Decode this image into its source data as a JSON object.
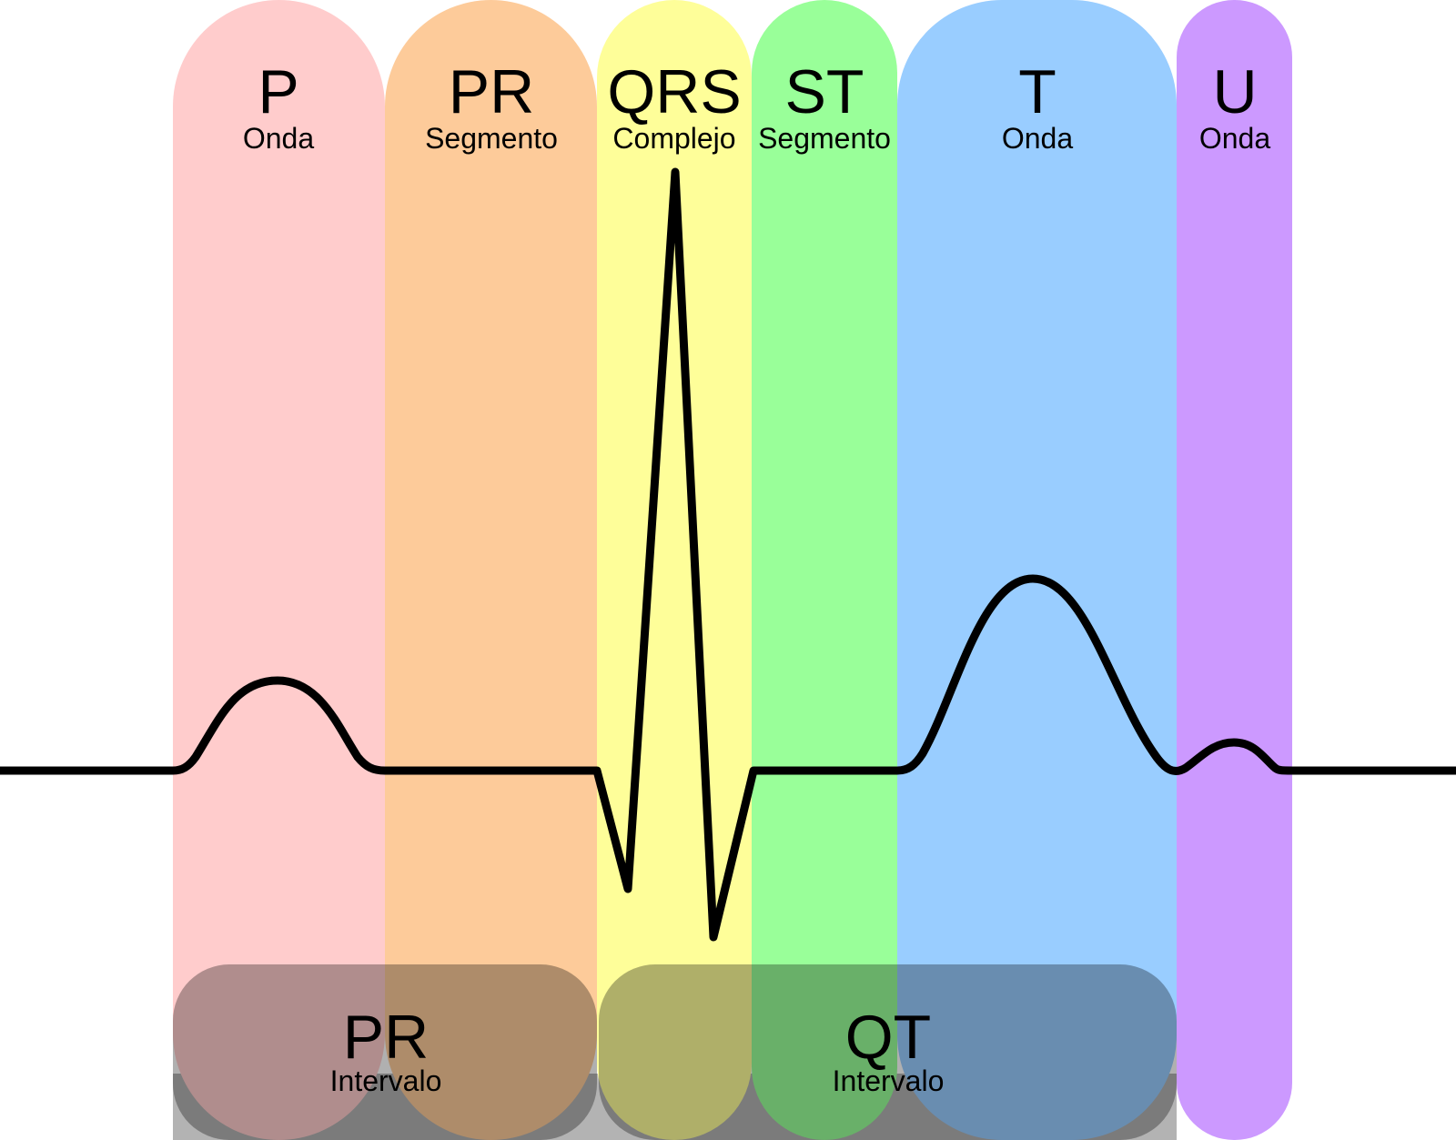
{
  "segments": [
    {
      "id": "p",
      "title": "P",
      "subtitle": "Onda",
      "color": "#ffcccc"
    },
    {
      "id": "pr",
      "title": "PR",
      "subtitle": "Segmento",
      "color": "#fdcb9a"
    },
    {
      "id": "qrs",
      "title": "QRS",
      "subtitle": "Complejo",
      "color": "#fefe99"
    },
    {
      "id": "st",
      "title": "ST",
      "subtitle": "Segmento",
      "color": "#99ff99"
    },
    {
      "id": "t",
      "title": "T",
      "subtitle": "Onda",
      "color": "#99cdff"
    },
    {
      "id": "u",
      "title": "U",
      "subtitle": "Onda",
      "color": "#cc99ff"
    }
  ],
  "intervals": [
    {
      "id": "pr-interval",
      "title": "PR",
      "subtitle": "Intervalo"
    },
    {
      "id": "qt-interval",
      "title": "QT",
      "subtitle": "Intervalo"
    }
  ],
  "colors": {
    "trace": "#000000",
    "interval_overlay": "#000000",
    "interval_base": "#b3b3b3"
  }
}
